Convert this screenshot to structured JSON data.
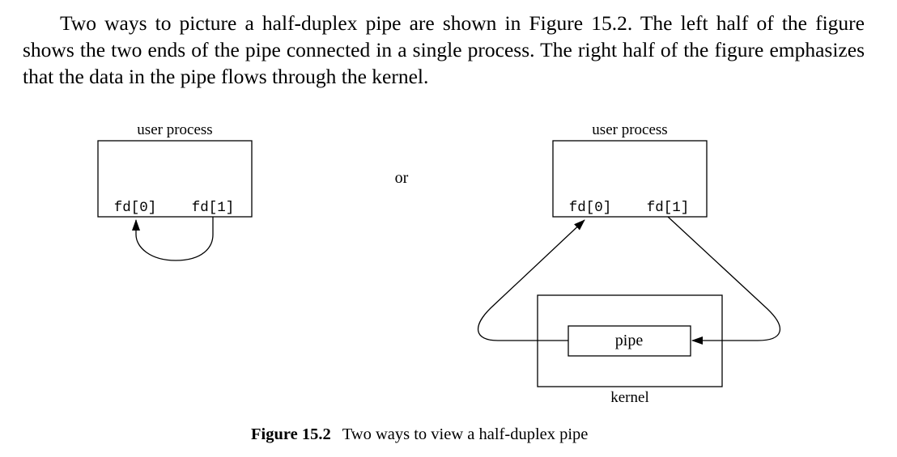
{
  "body_text": "Two ways to picture a half-duplex pipe are shown in Figure 15.2. The left half of the figure shows the two ends of the pipe connected in a single process. The right half of the figure emphasizes that the data in the pipe flows through the kernel.",
  "figure": {
    "left": {
      "box_label": "user process",
      "fd0": "fd[0]",
      "fd1": "fd[1]"
    },
    "separator": "or",
    "right": {
      "box_label": "user process",
      "fd0": "fd[0]",
      "fd1": "fd[1]",
      "pipe_label": "pipe",
      "kernel_label": "kernel"
    },
    "caption_number": "Figure 15.2",
    "caption_text": "Two ways to view a half-duplex pipe"
  }
}
